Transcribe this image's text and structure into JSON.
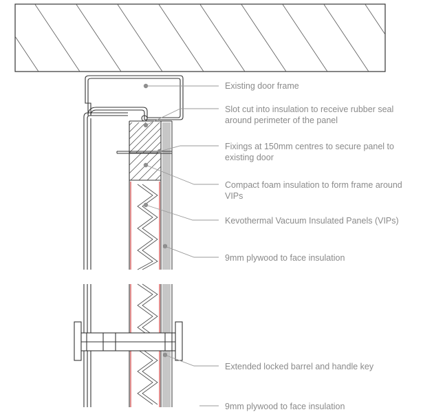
{
  "callouts": [
    {
      "id": "door-frame",
      "text": "Existing door frame"
    },
    {
      "id": "slot",
      "text": "Slot cut into insulation to receive rubber seal around perimeter of the panel"
    },
    {
      "id": "fixings",
      "text": "Fixings at 150mm centres to secure panel to existing door"
    },
    {
      "id": "foam",
      "text": "Compact foam insulation to form frame around VIPs"
    },
    {
      "id": "vips",
      "text": "Kevothermal Vacuum Insulated Panels (VIPs)"
    },
    {
      "id": "plywood",
      "text": "9mm plywood to face insulation"
    },
    {
      "id": "barrel",
      "text": "Extended locked barrel and handle key"
    },
    {
      "id": "plywood-2",
      "text": "9mm plywood to face insulation"
    }
  ],
  "colors": {
    "line": "#333333",
    "leader": "#9a9a9a",
    "dot": "#8f8f8f",
    "text": "#8a8a8a",
    "seal": "#cc2222"
  }
}
